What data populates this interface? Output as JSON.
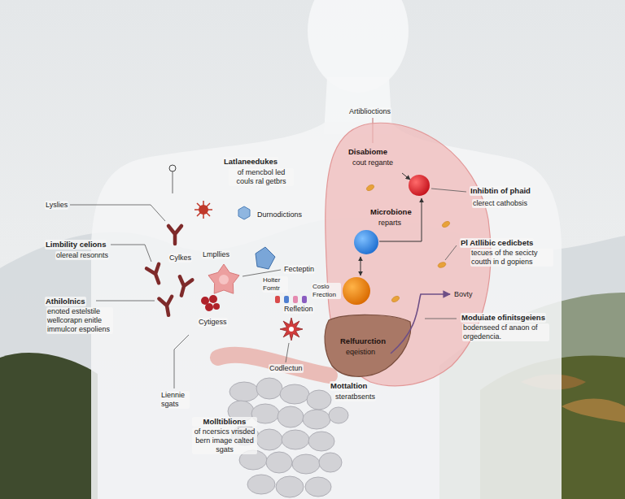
{
  "diagram": {
    "nodes": [
      {
        "text": [
          "Disabiome",
          "cout regante",
          "Microbione",
          "reparts"
        ]
      },
      {
        "text": [
          "Relfuurction",
          "eqeistion"
        ]
      }
    ],
    "labels": [
      "Artiblioctions",
      "Latlaneedukes",
      "of mencbol led couls ral getbrs",
      "Inhibtin of phaid",
      "clerect cathobsis",
      "Lyslies",
      "Durnodictions",
      "Pl Atllibic cedicbets",
      "tecues of the secicty coutth in d gopiens",
      "Limbility celions",
      "olereal resonnts",
      "Cylkes",
      "Lmpllies",
      "Fecteptin",
      "Holter Fomtr",
      "Coslo Frection",
      "Bovty",
      "Athilolnics",
      "enoted estelstile wellcorapn enitle immulcor espoliens",
      "Refletion",
      "Moduiate ofinitsgeiens",
      "bodenseed cf anaon of orgedencia.",
      "Cytigess",
      "Codlectun",
      "Mottaltion",
      "steratbsents",
      "Liennie sgats",
      "Molltiblions",
      "of ncersics vrisded bern image calted sgats"
    ]
  }
}
